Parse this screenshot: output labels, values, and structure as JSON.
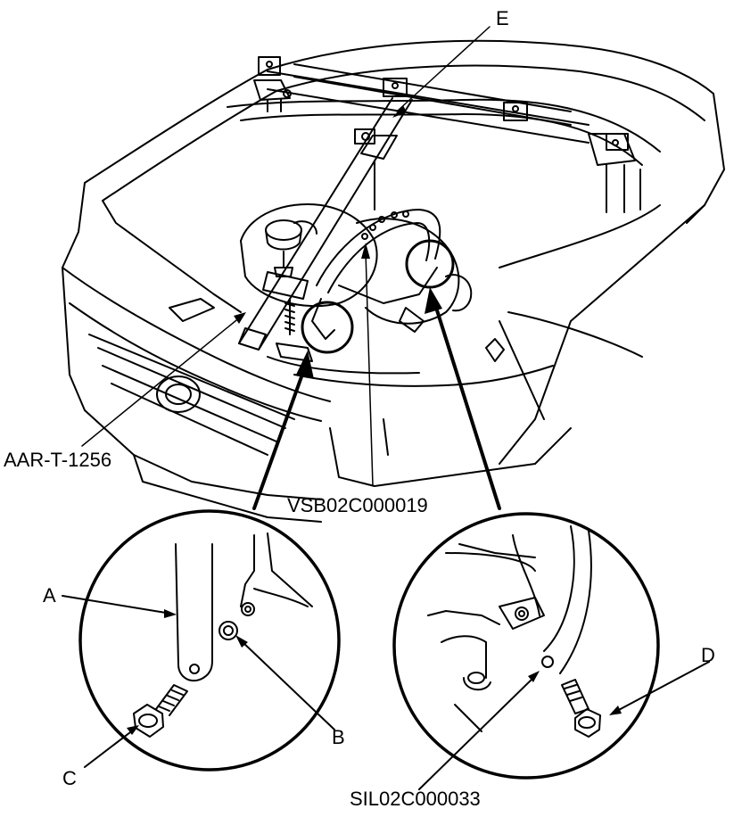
{
  "labels": {
    "e": "E",
    "tool_support": "AAR-T-1256",
    "tool_bar": "VSB02C000019",
    "ref_code": "SIL02C000033",
    "a": "A",
    "b": "B",
    "c": "C",
    "d": "D"
  }
}
